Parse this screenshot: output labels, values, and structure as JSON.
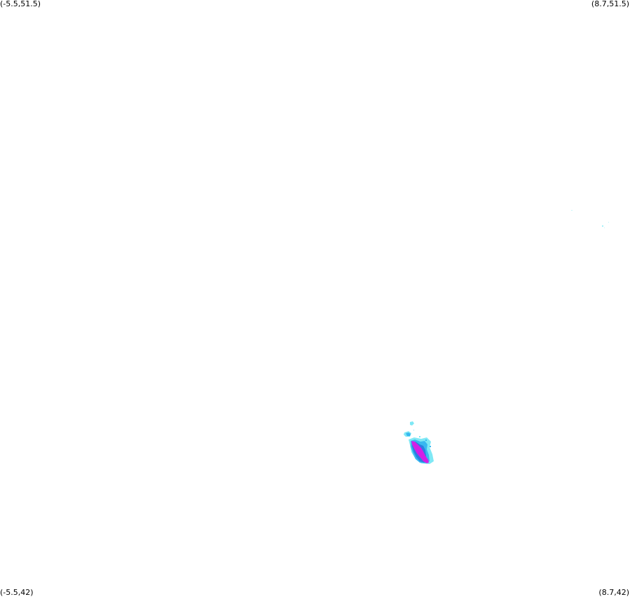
{
  "map": {
    "corners": {
      "top_left": "(-5.5,51.5)",
      "top_right": "(8.7,51.5)",
      "bottom_left": "(-5.5,42)",
      "bottom_right": "(8.7,42)"
    },
    "bounds": {
      "lon_min": -5.5,
      "lon_max": 8.7,
      "lat_min": 42,
      "lat_max": 51.5
    },
    "colors": {
      "background": "#ffffff",
      "light": "#7fe8f5",
      "medium": "#38b8f0",
      "strong": "#2a7fe0",
      "intense": "#d21fe6"
    }
  }
}
